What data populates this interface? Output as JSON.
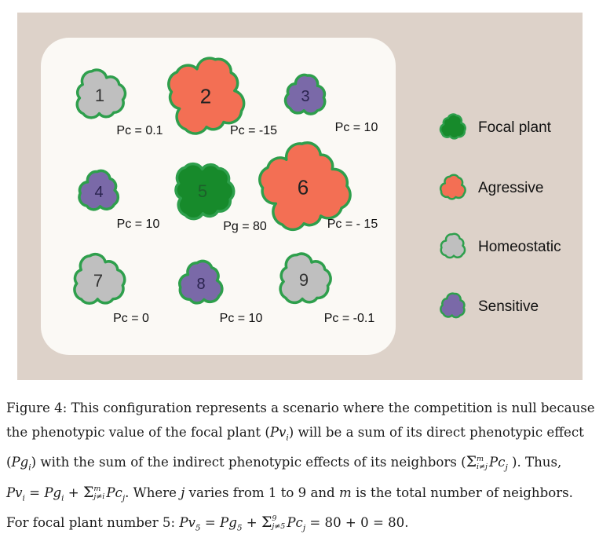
{
  "legend": [
    {
      "label": "Focal plant",
      "type": "focal"
    },
    {
      "label": "Agressive",
      "type": "aggressive"
    },
    {
      "label": "Homeostatic",
      "type": "homeostatic"
    },
    {
      "label": "Sensitive",
      "type": "sensitive"
    }
  ],
  "plants": [
    {
      "number": "1",
      "type": "homeostatic",
      "effect": "Pc = 0.1"
    },
    {
      "number": "2",
      "type": "aggressive",
      "effect": "Pc = -15"
    },
    {
      "number": "3",
      "type": "sensitive",
      "effect": "Pc =  10"
    },
    {
      "number": "4",
      "type": "sensitive",
      "effect": "Pc = 10"
    },
    {
      "number": "5",
      "type": "focal",
      "effect": "Pg = 80"
    },
    {
      "number": "6",
      "type": "aggressive",
      "effect": "Pc = - 15"
    },
    {
      "number": "7",
      "type": "homeostatic",
      "effect": "Pc = 0"
    },
    {
      "number": "8",
      "type": "sensitive",
      "effect": "Pc = 10"
    },
    {
      "number": "9",
      "type": "homeostatic",
      "effect": "Pc = -0.1"
    }
  ],
  "colors": {
    "outer_background": "#ddd2c9",
    "inner_panel": "#fbf9f5",
    "outline_green": "#2e9f4c",
    "focal_fill": "#178a2b",
    "aggressive_fill": "#f36f54",
    "homeostatic_fill": "#bfbfbf",
    "sensitive_fill": "#7a69a8"
  },
  "caption": {
    "l1": "Figure 4: This configuration represents a scenario where the competition is null because",
    "l2_a": "the phenotypic value of the focal plant (",
    "l2_var": "Pv",
    "l2_sub": "i",
    "l2_b": ") will be a sum of its direct phenotypic effect",
    "l3_a": "(",
    "l3_var": "Pg",
    "l3_sub": "i",
    "l3_b": ") with the sum of the indirect phenotypic effects of its neighbors (",
    "l3_sigma": "Σ",
    "l3_up": "m",
    "l3_dn": "i≠j",
    "l3_var2": "Pc",
    "l3_sub2": "j",
    "l3_c": " ). Thus,",
    "l4_var1": "Pv",
    "l4_sub1": "i",
    "l4_eq": " = ",
    "l4_var2": "Pg",
    "l4_sub2": "i",
    "l4_plus": " + ",
    "l4_sigma": "Σ",
    "l4_up": "m",
    "l4_dn": "j≠i",
    "l4_var3": "Pc",
    "l4_sub3": "j",
    "l4_a": ". Where ",
    "l4_j": "j",
    "l4_b": " varies from 1 to 9 and ",
    "l4_m": "m",
    "l4_c": " is the total number of neighbors.",
    "l5_a": "For focal plant number 5: ",
    "l5_var1": "Pv",
    "l5_sub1": "5",
    "l5_eq": " = ",
    "l5_var2": "Pg",
    "l5_sub2": "5",
    "l5_plus": " + ",
    "l5_sigma": "Σ",
    "l5_up": "9",
    "l5_dn": "j≠5",
    "l5_var3": "Pc",
    "l5_sub3": "j",
    "l5_b": " = 80 + 0 = 80."
  }
}
